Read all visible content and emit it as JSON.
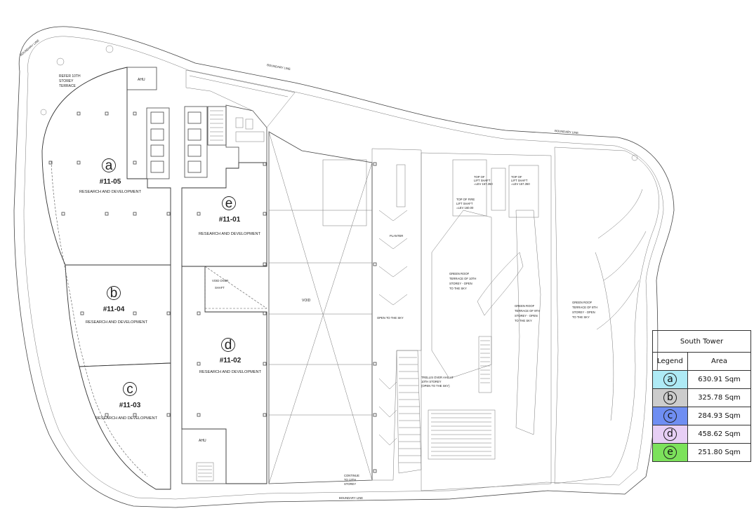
{
  "colors": {
    "a": "#aeeaf5",
    "b": "#cccccc",
    "c": "#6f8ef2",
    "d": "#e7cff5",
    "e": "#7ce25b"
  },
  "units": {
    "a": {
      "letter": "a",
      "code": "#11-05",
      "use": "RESEARCH AND DEVELOPMENT"
    },
    "b": {
      "letter": "b",
      "code": "#11-04",
      "use": "RESEARCH AND DEVELOPMENT"
    },
    "c": {
      "letter": "c",
      "code": "#11-03",
      "use": "RESEARCH AND DEVELOPMENT"
    },
    "d": {
      "letter": "d",
      "code": "#11-02",
      "use": "RESEARCH AND DEVELOPMENT"
    },
    "e": {
      "letter": "e",
      "code": "#11-01",
      "use": "RESEARCH AND DEVELOPMENT"
    }
  },
  "notes": {
    "refer": "REFER 10TH",
    "storey": "STOREY",
    "terrace": "TERRACE",
    "ahu": "AHU",
    "void": "VOID",
    "void_over_1": "VOID OVER",
    "void_over_2": "SHAFT",
    "open_sky": "OPEN TO THE SKY",
    "trellis_1": "TRELLIS OVER AHU AT",
    "trellis_2": "10TH STOREY",
    "trellis_3": "(OPEN TO THE SKY)",
    "green_roof_10_1": "GREEN ROOF",
    "green_roof_10_2": "TERRACE OF 10TH",
    "green_roof_10_3": "STOREY - OPEN",
    "green_roof_10_4": "TO THE SKY",
    "green_roof_9_1": "GREEN ROOF",
    "green_roof_9_2": "TERRACE OF 9TH",
    "green_roof_9_3": "STOREY - OPEN",
    "green_roof_9_4": "TO THE SKY",
    "green_roof_8_1": "GREEN ROOF",
    "green_roof_8_2": "TERRACE OF 8TH",
    "green_roof_8_3": "STOREY - OPEN",
    "green_roof_8_4": "TO THE SKY",
    "top_lift_1": "TOP OF",
    "top_lift_2": "LIFT SHAFT",
    "top_lift_3": "=LEV 157.350",
    "top_fire_1": "TOP OF FIRE",
    "top_fire_2": "LIFT SHAFT",
    "top_fire_3": "=LEV 160.00",
    "planter": "PLANTER",
    "boundary": "BOUNDARY LINE",
    "continue_1": "CONTINUE",
    "continue_2": "TO 12TH",
    "continue_3": "STOREY"
  },
  "legend": {
    "title": "South Tower",
    "col_legend": "Legend",
    "col_area": "Area",
    "rows": [
      {
        "letter": "a",
        "area": "630.91 Sqm",
        "color": "#aeeaf5"
      },
      {
        "letter": "b",
        "area": "325.78 Sqm",
        "color": "#cccccc"
      },
      {
        "letter": "c",
        "area": "284.93 Sqm",
        "color": "#6f8ef2"
      },
      {
        "letter": "d",
        "area": "458.62 Sqm",
        "color": "#e7cff5"
      },
      {
        "letter": "e",
        "area": "251.80 Sqm",
        "color": "#7ce25b"
      }
    ]
  }
}
